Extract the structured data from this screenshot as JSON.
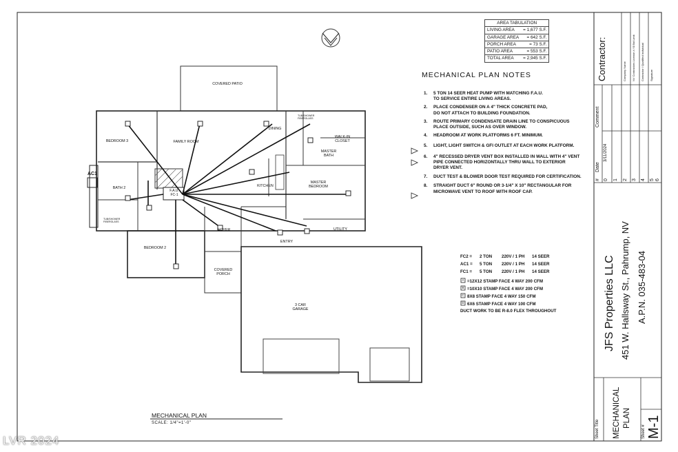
{
  "north_label": "N",
  "area_tabulation": {
    "title": "AREA TABULATION",
    "rows": [
      {
        "label": "LIVING AREA",
        "value": "= 1,677 S.F."
      },
      {
        "label": "GARAGE AREA",
        "value": "= 642 S.F."
      },
      {
        "label": "PORCH AREA",
        "value": "= 73 S.F."
      },
      {
        "label": "PATIO AREA",
        "value": "= 553 S.F."
      },
      {
        "label": "TOTAL AREA",
        "value": "= 2,945 S.F."
      }
    ]
  },
  "notes": {
    "title": "MECHANICAL PLAN NOTES",
    "items": [
      {
        "num": "1.",
        "line1": "5 TON 14 SEER HEAT PUMP WITH MATCHING F.A.U.",
        "line2": "TO SERVICE  ENTIRE LIVING AREAS."
      },
      {
        "num": "2.",
        "line1": "PLACE CONDENSER ON A 4\" THICK CONCRETE PAD,",
        "line2": "DO NOT ATTACH TO BUILDING FOUNDATION."
      },
      {
        "num": "3.",
        "line1": "ROUTE PRIMARY CONDENSATE DRAIN LINE TO CONSPICUOUS",
        "line2": "PLACE OUTSIDE,  SUCH AS OVER WINDOW."
      },
      {
        "num": "4.",
        "line1": "HEADROOM AT WORK PLATFORMS 6 FT. MINIMUM.",
        "line2": ""
      },
      {
        "num": "5.",
        "line1": "LIGHT, LIGHT SWITCH & GFI OUTLET AT EACH WORK PLATFORM.",
        "line2": ""
      },
      {
        "num": "6.",
        "line1": "4\" RECESSED DRYER VENT BOX INSTALLED IN WALL WITH 4\" VENT",
        "line2": "PIPE CONNECTED HORIZONTALLY THRU WALL TO EXTERIOR",
        "line3": "DRYER VENT."
      },
      {
        "num": "7.",
        "line1": "DUCT TEST & BLOWER DOOR TEST REQUIRED FOR CERTIFICATION.",
        "line2": ""
      },
      {
        "num": "8.",
        "line1": "STRAIGHT DUCT 6\" ROUND OR 3-1/4\" X 10\" RECTANGULAR FOR",
        "line2": "MICROWAVE VENT TO ROOF WITH ROOF CAP."
      }
    ]
  },
  "equipment": [
    {
      "id": "FC2 =",
      "size": "2 TON",
      "power": "220V / 1  PH",
      "seer": "14 SEER"
    },
    {
      "id": "AC1 =",
      "size": "5 TON",
      "power": "220V / 1  PH",
      "seer": "14 SEER"
    },
    {
      "id": "FC1 =",
      "size": "5 TON",
      "power": "220V / 1  PH",
      "seer": "14 SEER"
    }
  ],
  "registers": [
    {
      "code": "A",
      "text": "=12X12 STAMP FACE  4 WAY  200 CFM"
    },
    {
      "code": "B",
      "text": "=10X10 STAMP FACE  4 WAY  200 CFM"
    },
    {
      "code": "C",
      "text": "8X8 STAMP FACE  4 WAY  150 CFM"
    },
    {
      "code": "D",
      "text": "6X6 STAMP FACE  4 WAY  100 CFM"
    }
  ],
  "duct_note": "DUCT WORK TO BE R-8.0 FLEX THROUGHOUT",
  "rooms": {
    "covered_patio": "COVERED PATIO",
    "bedroom3": "BEDROOM 3",
    "family_room": "FAMILY ROOM",
    "dining": "DINING",
    "walk_in_closet": "WALK-IN\nCLOSET",
    "master_bath": "MASTER\nBATH",
    "bath2": "BATH 2",
    "kitchen": "KITCHEN",
    "master_bedroom": "MASTER\nBEDROOM",
    "foyer": "FOYER",
    "entry": "ENTRY",
    "utility": "UTILITY",
    "bedroom2": "BEDROOM 2",
    "covered_porch": "COVERED\nPORCH",
    "garage": "3 CAR\nGARAGE",
    "ac1": "AC1",
    "fau": "F.A.U.\nFC-1",
    "tub1": "TUB/SHOWER\nFIBERGLASS",
    "tub2": "TUB/SHOWER\nFIBERGLASS"
  },
  "plan_title": "MECHANICAL PLAN",
  "plan_scale": "SCALE:  1/4\"=1'-0\"",
  "title_block": {
    "contractor_label": "Contractor:",
    "company_name_label": "Company Name",
    "license_label": "NV Contractors License # / $ Bid Limit",
    "qualified_label": "Contractor / Qualified Individual",
    "signature_label": "Signature",
    "rev_headers": [
      "#",
      "Date",
      "Comment"
    ],
    "revisions": [
      {
        "num": "0",
        "date": "3/11/2024",
        "comment": ""
      },
      {
        "num": "1",
        "date": "",
        "comment": ""
      },
      {
        "num": "2",
        "date": "",
        "comment": ""
      },
      {
        "num": "3",
        "date": "",
        "comment": ""
      },
      {
        "num": "4",
        "date": "",
        "comment": ""
      },
      {
        "num": "5",
        "date": "",
        "comment": ""
      },
      {
        "num": "6",
        "date": "",
        "comment": ""
      }
    ],
    "project_name": "JFS Properties LLC",
    "project_address": "451 W. Hallsway St., Pahrump, NV",
    "project_apn": "A.P.N. 035-483-04",
    "sheet_title_label": "Sheet Title",
    "sheet_title_line1": "MECHANICAL",
    "sheet_title_line2": "PLAN",
    "sheet_num_label": "Sheet #",
    "sheet_num": "M-1"
  },
  "watermark": "LVR 2024"
}
